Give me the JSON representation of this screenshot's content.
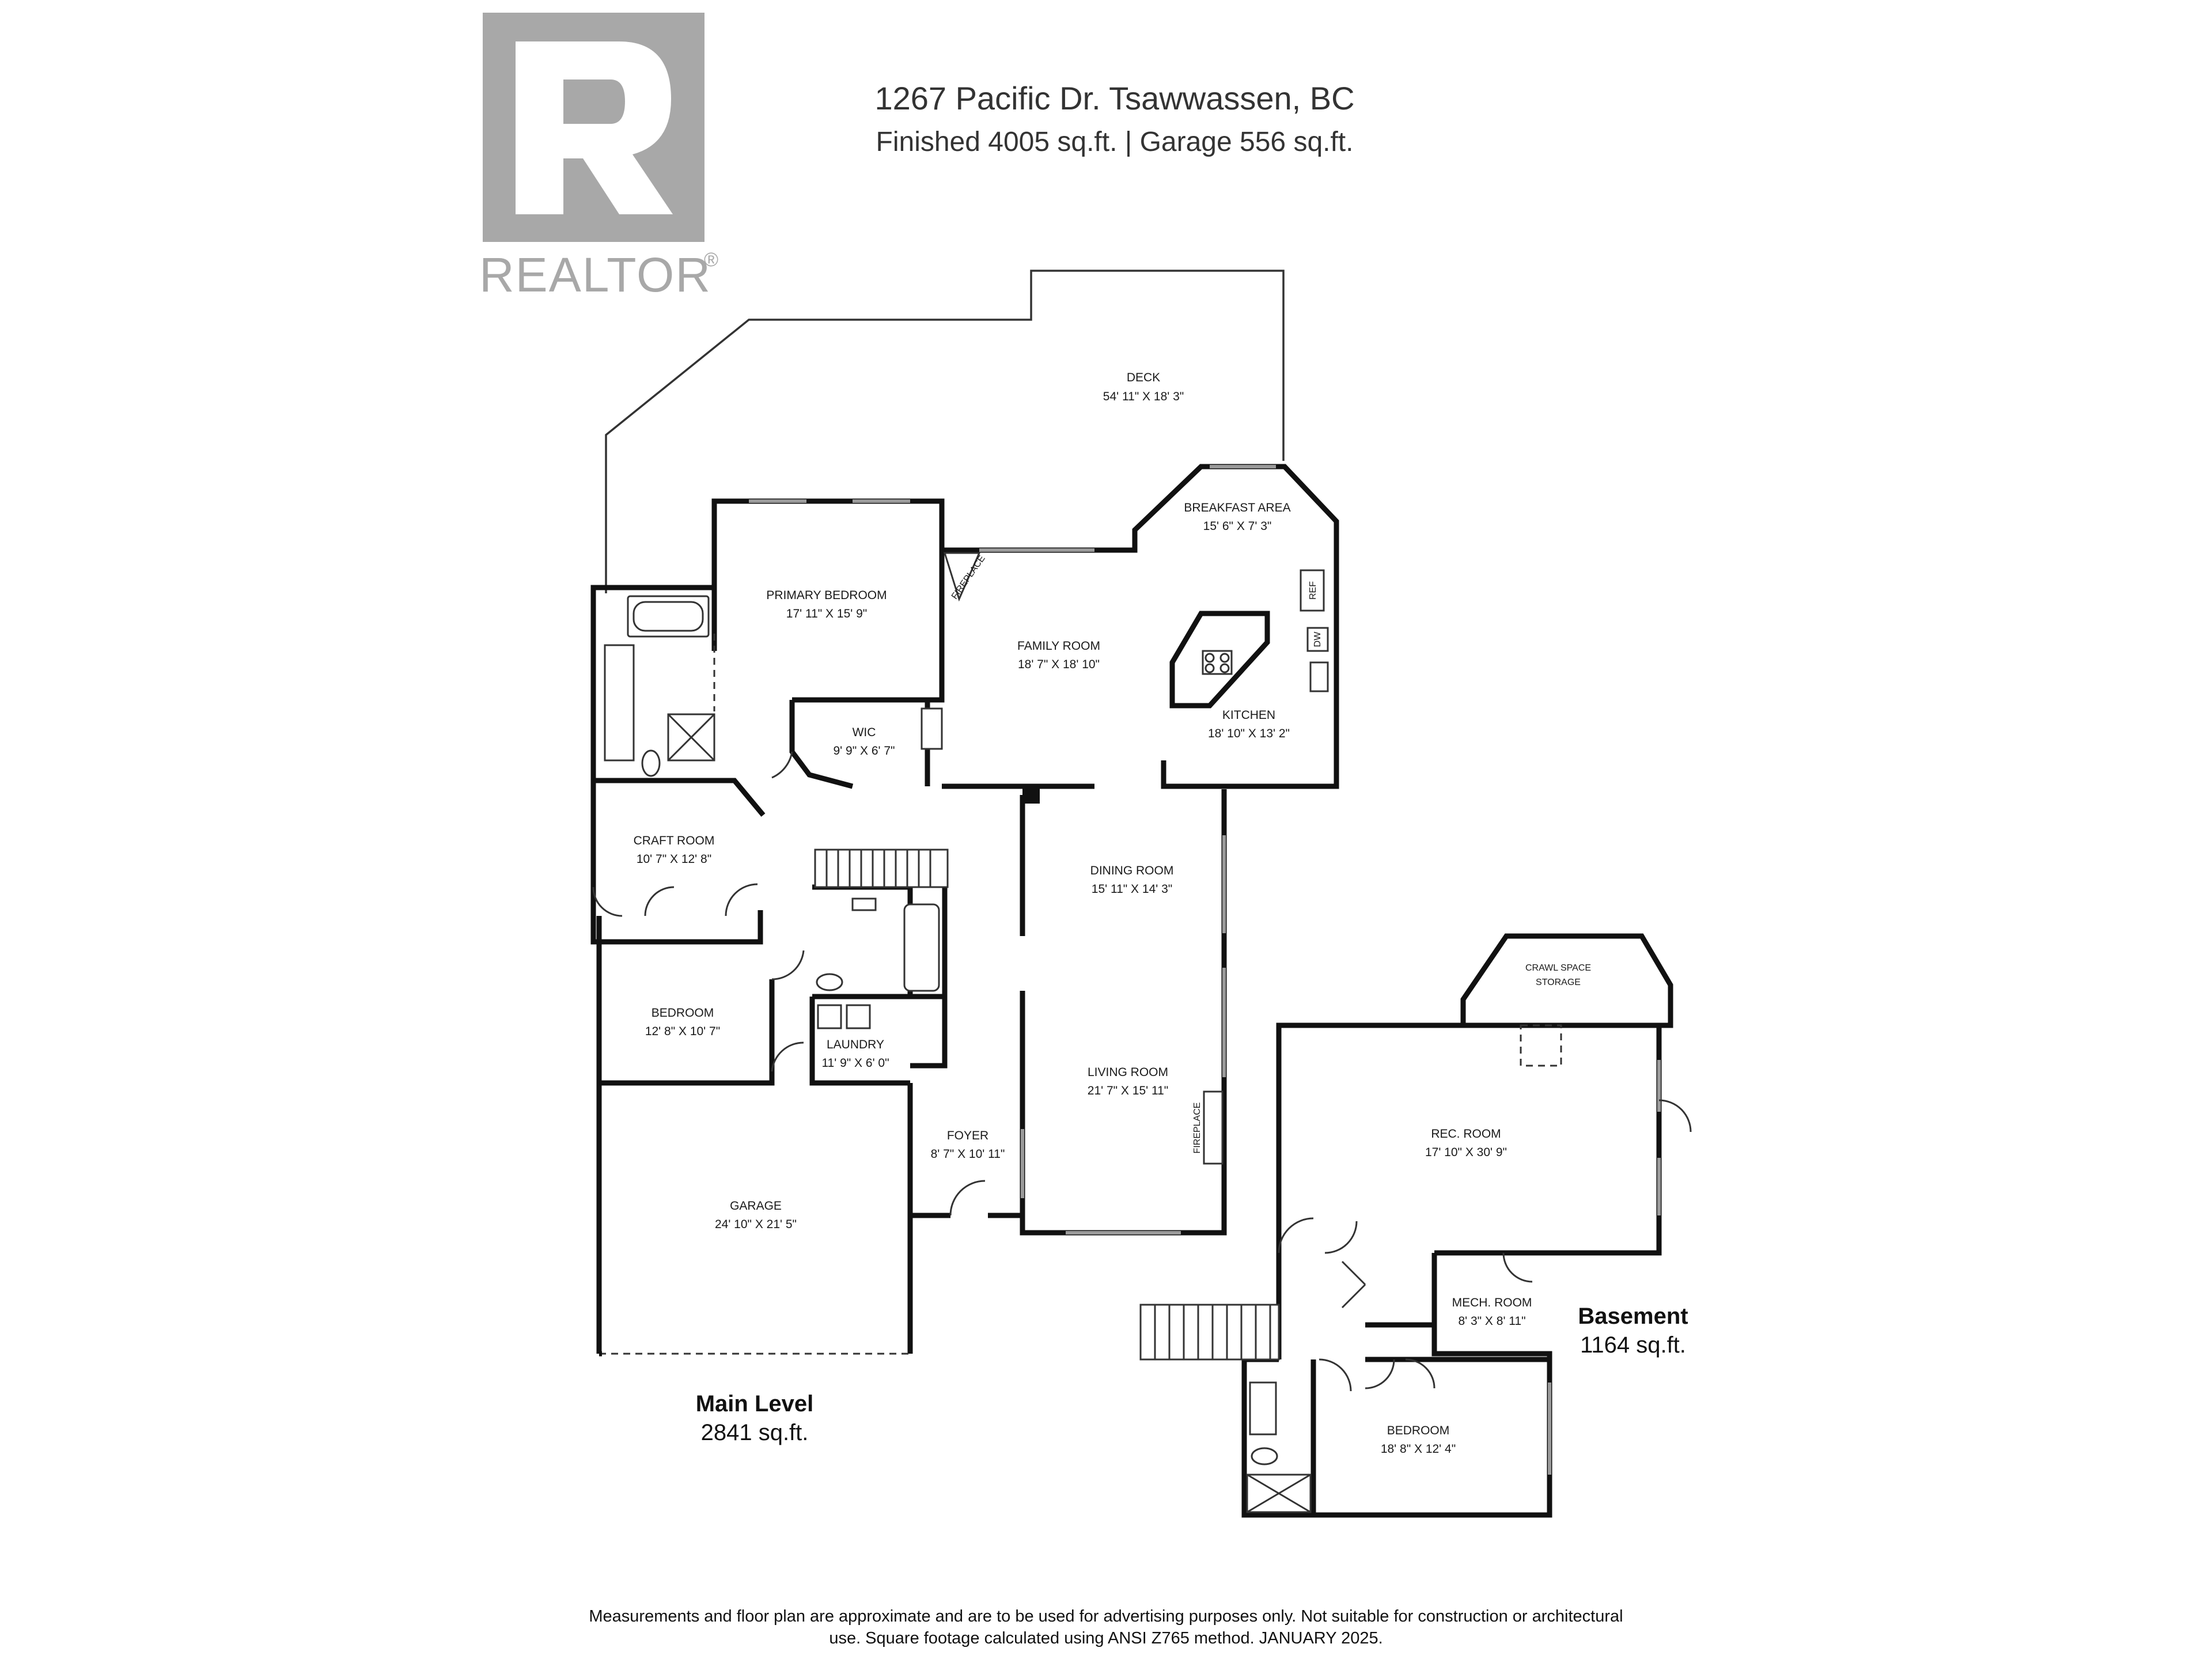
{
  "header": {
    "address": "1267 Pacific Dr. Tsawwassen, BC",
    "areas": "Finished   4005 sq.ft. | Garage  556 sq.ft."
  },
  "logo": {
    "word": "REALTOR",
    "mark": "®",
    "colour": "#a8a8a8"
  },
  "main_level": {
    "name": "Main Level",
    "area": "2841 sq.ft.",
    "rooms": {
      "deck": {
        "name": "DECK",
        "dim": "54' 11\" X 18' 3\""
      },
      "breakfast": {
        "name": "BREAKFAST AREA",
        "dim": "15' 6\" X 7' 3\""
      },
      "primary_bedroom": {
        "name": "PRIMARY BEDROOM",
        "dim": "17' 11\" X 15' 9\""
      },
      "family_room": {
        "name": "FAMILY ROOM",
        "dim": "18' 7\" X 18' 10\""
      },
      "kitchen": {
        "name": "KITCHEN",
        "dim": "18' 10\" X 13' 2\""
      },
      "wic": {
        "name": "WIC",
        "dim": "9' 9\" X 6' 7\""
      },
      "craft_room": {
        "name": "CRAFT ROOM",
        "dim": "10' 7\" X 12' 8\""
      },
      "dining_room": {
        "name": "DINING ROOM",
        "dim": "15' 11\" X 14' 3\""
      },
      "bedroom": {
        "name": "BEDROOM",
        "dim": "12' 8\" X 10' 7\""
      },
      "laundry": {
        "name": "LAUNDRY",
        "dim": "11' 9\" X 6' 0\""
      },
      "living_room": {
        "name": "LIVING ROOM",
        "dim": "21' 7\" X 15' 11\""
      },
      "foyer": {
        "name": "FOYER",
        "dim": "8' 7\" X 10' 11\""
      },
      "garage": {
        "name": "GARAGE",
        "dim": "24' 10\" X 21' 5\""
      }
    },
    "fixture_labels": {
      "fireplace_top": "FIREPLACE",
      "fireplace_living": "FIREPLACE",
      "ref": "REF",
      "dw": "DW"
    }
  },
  "basement": {
    "name": "Basement",
    "area": "1164 sq.ft.",
    "rooms": {
      "crawl_space": {
        "name_line1": "CRAWL SPACE",
        "name_line2": "STORAGE"
      },
      "rec_room": {
        "name": "REC. ROOM",
        "dim": "17' 10\" X 30' 9\""
      },
      "mech_room": {
        "name": "MECH. ROOM",
        "dim": "8' 3\" X 8' 11\""
      },
      "bedroom": {
        "name": "BEDROOM",
        "dim": "18' 8\" X 12' 4\""
      }
    }
  },
  "footer": {
    "line1": "Measurements and floor plan are approximate and are to be used for advertising purposes only. Not suitable for construction or architectural",
    "line2": "use. Square footage calculated using ANSI Z765 method. JANUARY 2025."
  }
}
